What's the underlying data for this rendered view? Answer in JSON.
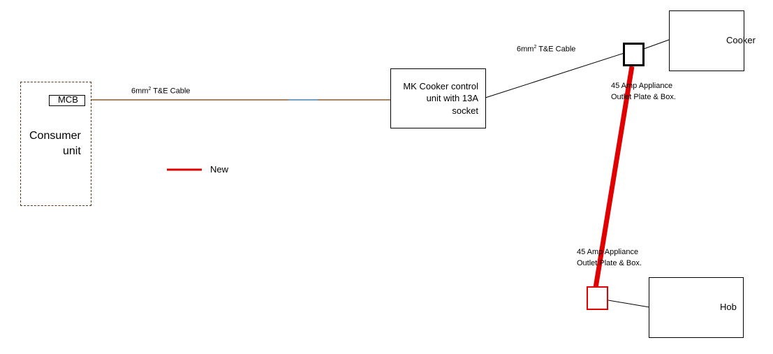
{
  "colors": {
    "new_cable": "#e00000",
    "existing_cable": "#000000",
    "brown_cable": "#8b5a2b",
    "blue_cable": "#5b9bd5",
    "consumer_unit_border": "#5c3a1e"
  },
  "consumer_unit": {
    "label_line1": "Consumer",
    "label_line2": "unit",
    "mcb": "MCB"
  },
  "cable_main": {
    "label_prefix": "6mm",
    "label_sup": "2",
    "label_suffix": " T&E Cable"
  },
  "cable_cooker": {
    "label_prefix": "6mm",
    "label_sup": "2",
    "label_suffix": " T&E Cable"
  },
  "control_unit": {
    "line1": "MK Cooker control",
    "line2": "unit with 13A",
    "line3": "socket"
  },
  "cooker": {
    "label": "Cooker"
  },
  "hob": {
    "label": "Hob"
  },
  "outlet_cooker": {
    "line1": "45 Amp Appliance",
    "line2": "Outlet Plate & Box."
  },
  "outlet_hob": {
    "line1": "45 Amp Appliance",
    "line2": "Outlet Plate & Box."
  },
  "legend": {
    "new_label": "New"
  }
}
